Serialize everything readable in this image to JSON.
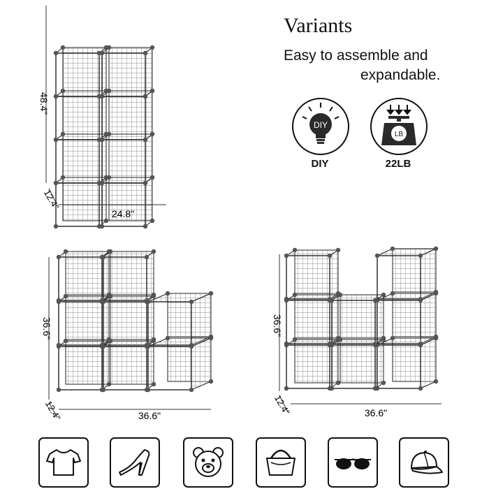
{
  "heading": {
    "title": "Variants",
    "subtitle_line1": "Easy to assemble and",
    "subtitle_line2": "expandable."
  },
  "features": [
    {
      "icon": "diy-bulb-icon",
      "badge_text": "DIY",
      "label": "DIY"
    },
    {
      "icon": "weight-scale-icon",
      "badge_text": "LB",
      "label": "22LB"
    }
  ],
  "variants": [
    {
      "name": "tall-8-cube",
      "height": "48.4\"",
      "depth": "12.4\"",
      "width": "24.8\""
    },
    {
      "name": "stepped-8-cube",
      "height": "36.6\"",
      "depth": "12.4\"",
      "width": "36.6\""
    },
    {
      "name": "u-shape-8-cube",
      "height": "36.6\"",
      "depth": "12.4\"",
      "width": "36.6\""
    }
  ],
  "uses": [
    {
      "icon": "tshirt-icon"
    },
    {
      "icon": "high-heel-icon"
    },
    {
      "icon": "teddy-bear-icon"
    },
    {
      "icon": "handbag-icon"
    },
    {
      "icon": "sunglasses-icon"
    },
    {
      "icon": "cap-icon"
    }
  ],
  "colors": {
    "line": "#222222",
    "grid": "#9a9a9a",
    "joint": "#555555"
  }
}
